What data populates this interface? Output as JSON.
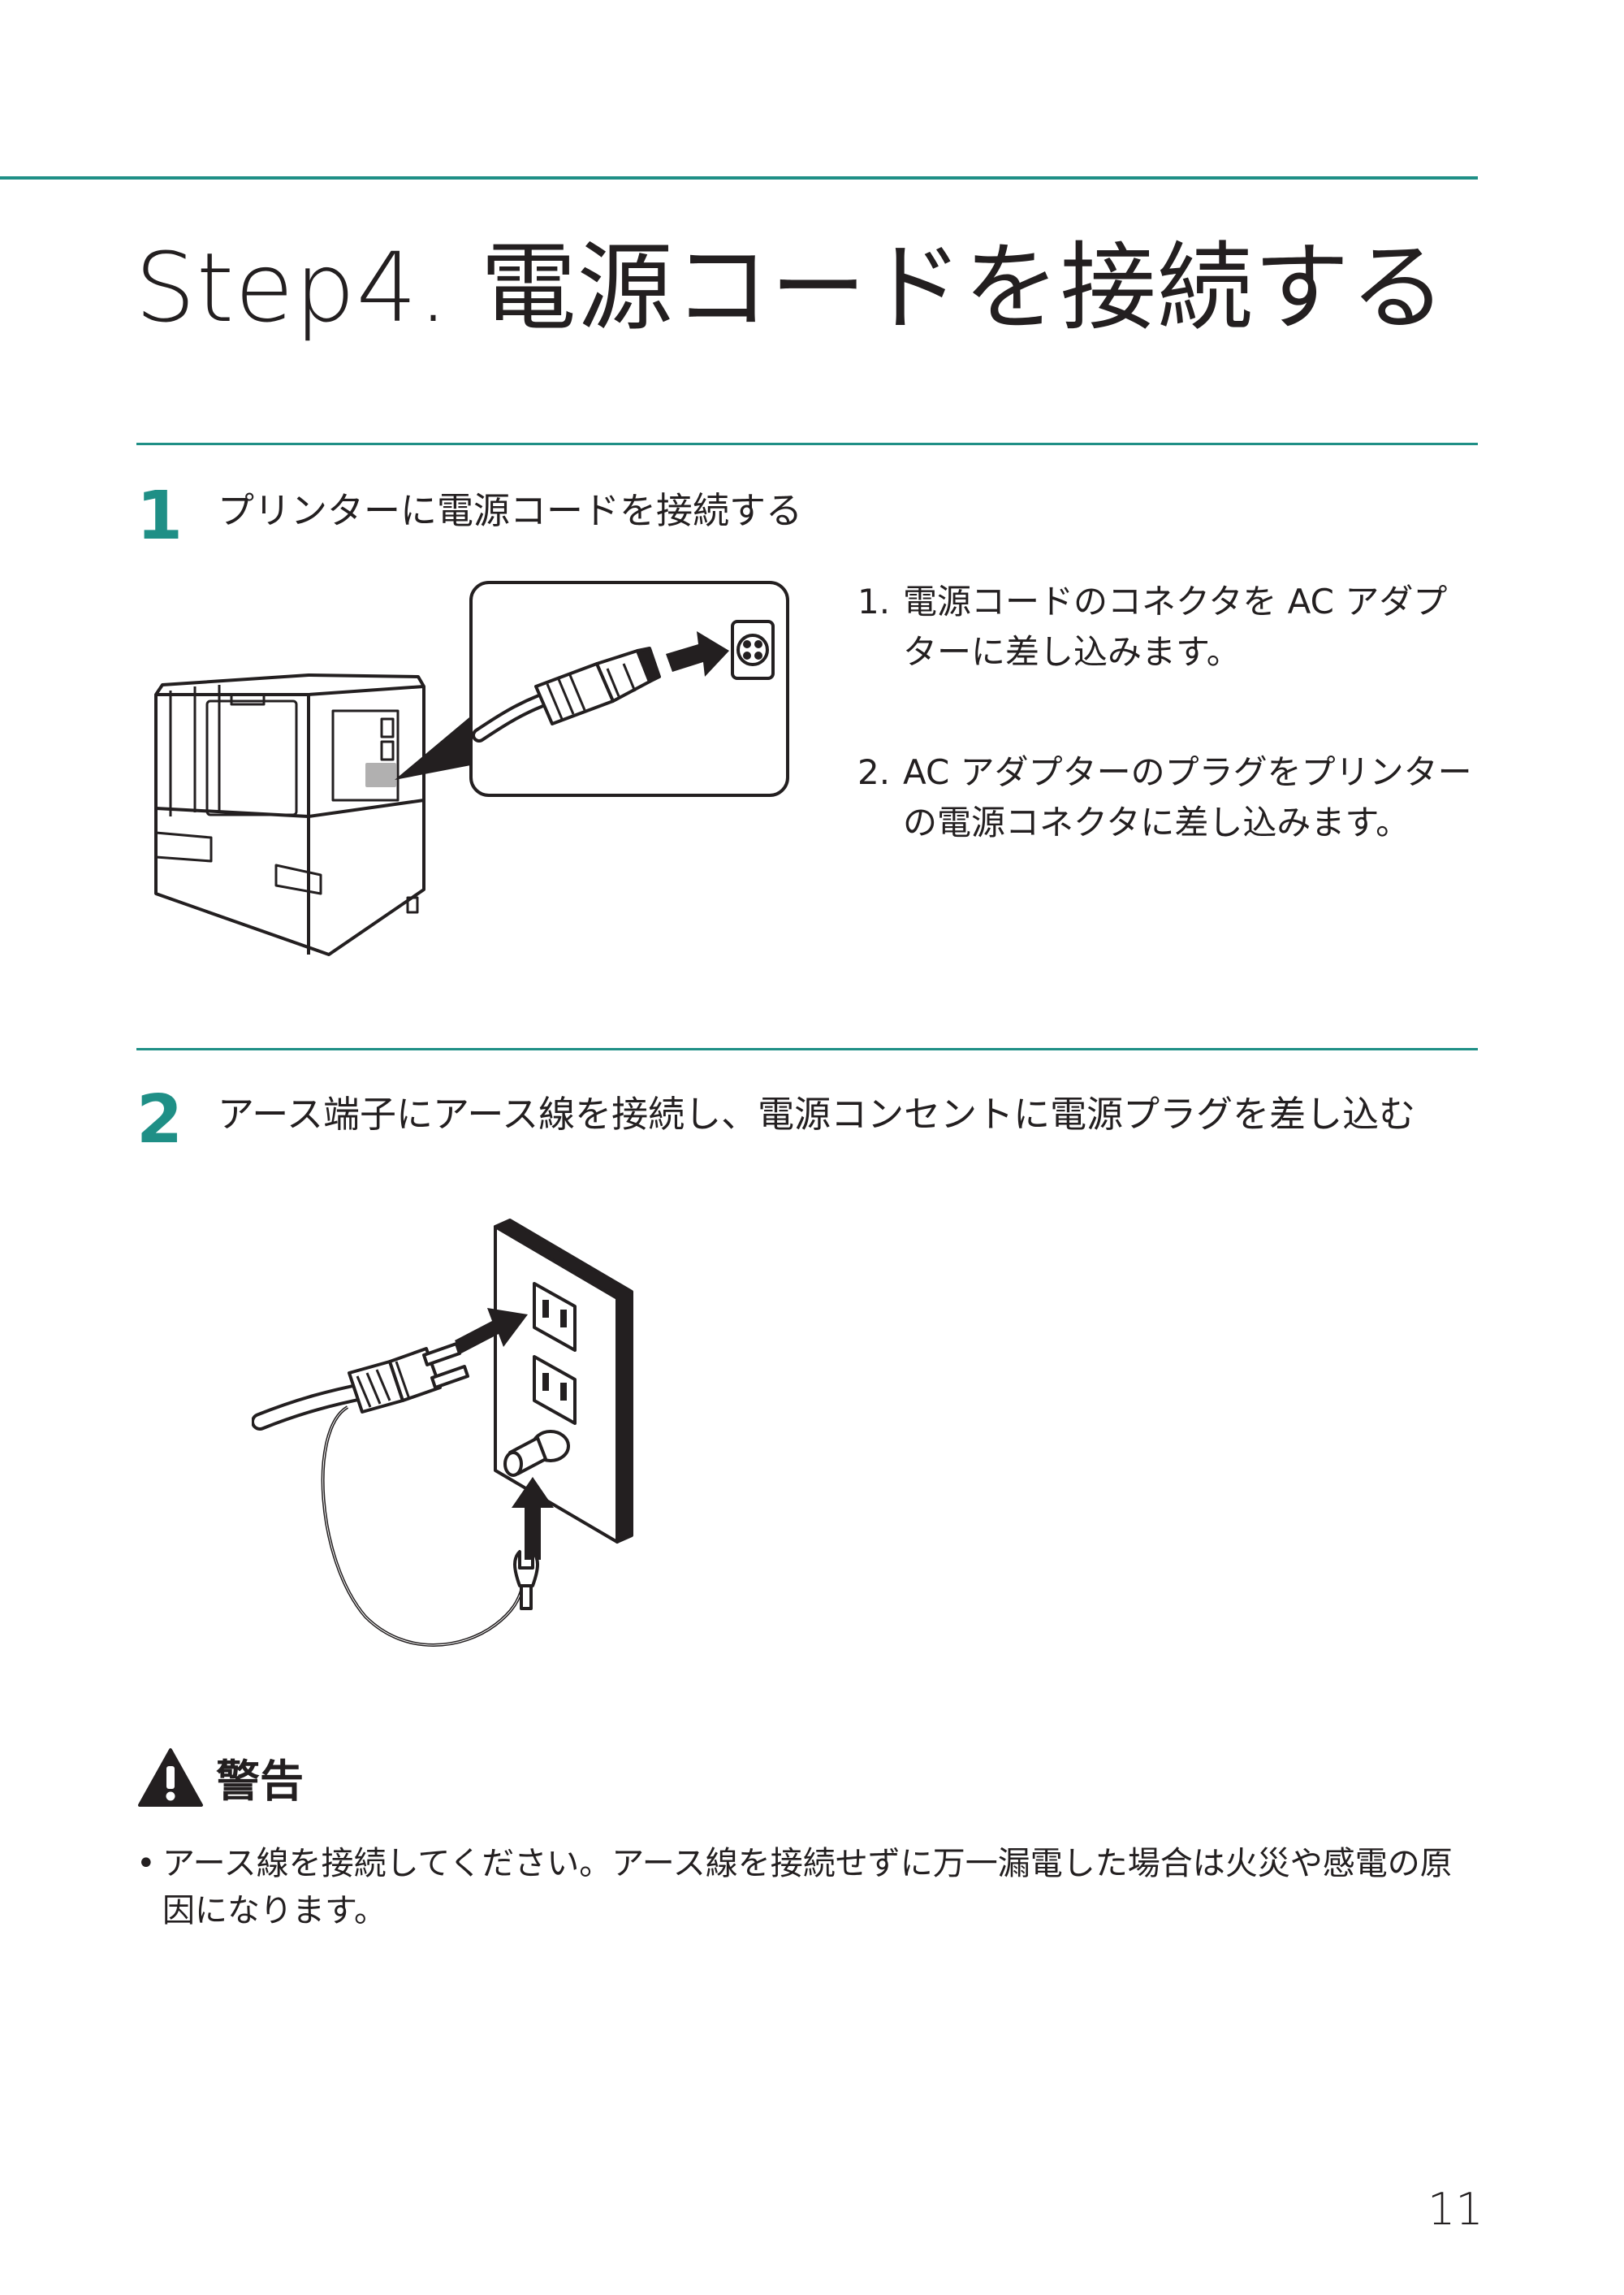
{
  "title": "Step4. 電源コードを接続する",
  "steps": [
    {
      "number": "1",
      "heading": "プリンターに電源コードを接続する",
      "instructions": [
        {
          "no": "1.",
          "text": "電源コードのコネクタを AC アダプターに差し込みます。"
        },
        {
          "no": "2.",
          "text": "AC アダプターのプラグをプリンターの電源コネクタに差し込みます。"
        }
      ]
    },
    {
      "number": "2",
      "heading": "アース端子にアース線を接続し、電源コンセントに電源プラグを差し込む"
    }
  ],
  "warning": {
    "label": "警告",
    "bullet": "•",
    "text": "アース線を接続してください。アース線を接続せずに万一漏電した場合は火災や感電の原因になります。"
  },
  "page_number": "11",
  "colors": {
    "accent": "#1f8f86",
    "text": "#231f20"
  },
  "icons": [
    "warning-triangle-icon"
  ]
}
